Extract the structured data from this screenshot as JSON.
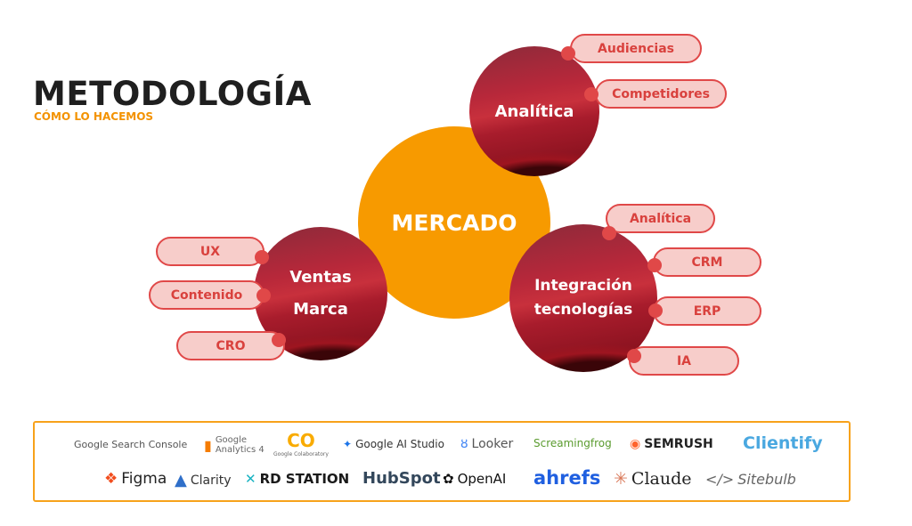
{
  "header": {
    "title": "METODOLOGÍA",
    "subtitle": "CÓMO LO HACEMOS"
  },
  "diagram": {
    "center": "MERCADO",
    "nodes": [
      {
        "label": "Analítica",
        "items": [
          "Audiencias",
          "Competidores"
        ]
      },
      {
        "label_lines": [
          "Ventas",
          "Marca"
        ],
        "items": [
          "UX",
          "Contenido",
          "CRO"
        ]
      },
      {
        "label_lines": [
          "Integración",
          "tecnologías"
        ],
        "items": [
          "Analítica",
          "CRM",
          "ERP",
          "IA"
        ]
      }
    ]
  },
  "tools": {
    "row1": [
      "Google Search Console",
      "Google Analytics 4",
      "Google Colaboratory",
      "Google AI Studio",
      "Looker",
      "Screamingfrog",
      "SEMRUSH",
      "Clientify"
    ],
    "row2": [
      "Figma",
      "Clarity",
      "RD STATION",
      "HubSpot",
      "OpenAI",
      "ahrefs",
      "Claude",
      "Sitebulb"
    ]
  },
  "colors": {
    "orange": "#f79a00",
    "red": "#e04848",
    "pill": "#f7cdca"
  }
}
